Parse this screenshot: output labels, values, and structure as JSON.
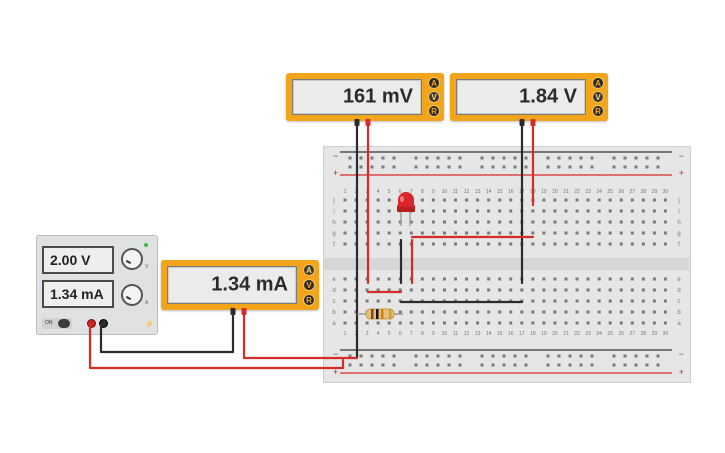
{
  "meters": {
    "top_left": {
      "reading": "161 mV",
      "modes": [
        "A",
        "V",
        "R"
      ],
      "active_mode": "V"
    },
    "top_right": {
      "reading": "1.84 V",
      "modes": [
        "A",
        "V",
        "R"
      ],
      "active_mode": "V"
    },
    "middle": {
      "reading": "1.34 mA",
      "modes": [
        "A",
        "V",
        "R"
      ],
      "active_mode": "A"
    }
  },
  "power_supply": {
    "voltage_display": "2.00 V",
    "current_display": "1.34 mA",
    "on_label": "ON",
    "knob_labels": [
      "V",
      "A"
    ]
  },
  "breadboard": {
    "column_numbers": [
      "1",
      "2",
      "3",
      "4",
      "5",
      "6",
      "7",
      "8",
      "9",
      "10",
      "11",
      "12",
      "13",
      "14",
      "15",
      "16",
      "17",
      "18",
      "19",
      "20",
      "21",
      "22",
      "23",
      "24",
      "25",
      "26",
      "27",
      "28",
      "29",
      "30"
    ],
    "row_letters_top": [
      "j",
      "i",
      "h",
      "g",
      "f"
    ],
    "row_letters_bottom": [
      "e",
      "d",
      "c",
      "b",
      "a"
    ],
    "rail_minus": "−",
    "rail_plus": "+"
  },
  "colors": {
    "meter_body": "#f2a51b",
    "wire_red": "#d62b2b",
    "wire_black": "#2b2b2b",
    "led_red": "#d8262a"
  }
}
